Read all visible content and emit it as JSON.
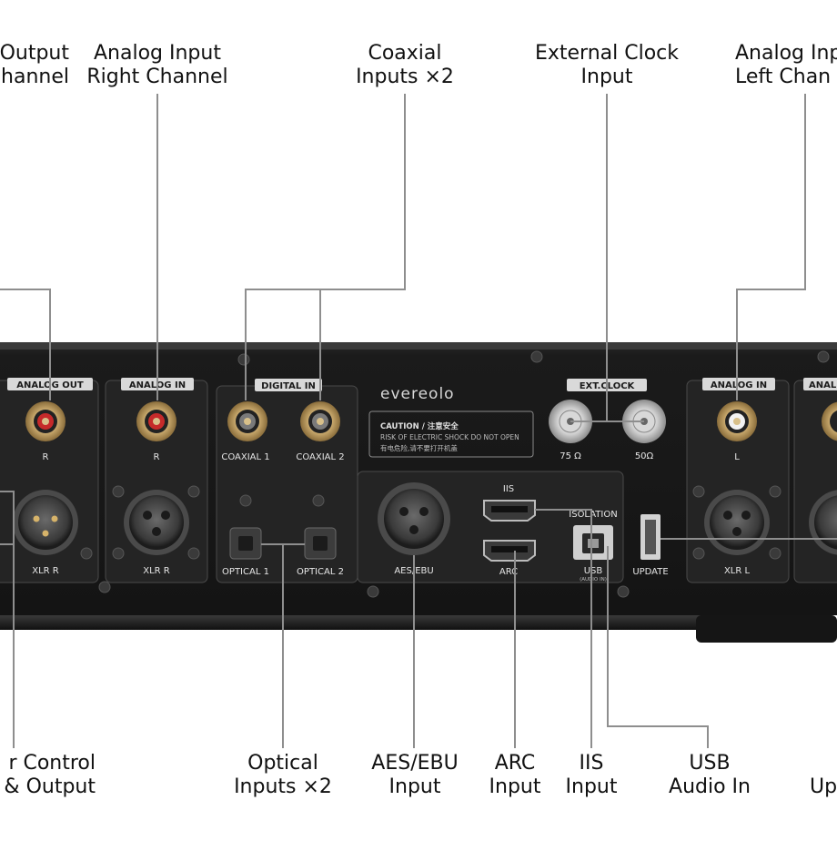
{
  "callouts": {
    "analog_out_r": [
      "Output",
      "hannel"
    ],
    "analog_in_r": [
      "Analog Input",
      "Right Channel"
    ],
    "coaxial": [
      "Coaxial",
      "Inputs ×2"
    ],
    "ext_clock": [
      "External Clock",
      "Input"
    ],
    "analog_in_l": [
      "Analog Inp",
      "Left Chan"
    ],
    "control": [
      "r Control",
      "& Output"
    ],
    "optical": [
      "Optical",
      "Inputs ×2"
    ],
    "aes": [
      "AES/EBU",
      "Input"
    ],
    "arc": [
      "ARC",
      "Input"
    ],
    "iis": [
      "IIS",
      "Input"
    ],
    "usb": [
      "USB",
      "Audio In"
    ],
    "update": [
      "Up",
      ""
    ]
  },
  "panel": {
    "brand": "evereolo",
    "analog_out": "ANALOG OUT",
    "analog_in": "ANALOG IN",
    "digital_in": "DIGITAL IN",
    "ext_clock": "EXT.CLOCK",
    "analog_partial": "ANAL",
    "r": "R",
    "l": "L",
    "xlr_r": "XLR R",
    "xlr_l": "XLR L",
    "coaxial1": "COAXIAL 1",
    "coaxial2": "COAXIAL 2",
    "optical1": "OPTICAL 1",
    "optical2": "OPTICAL 2",
    "aes_ebu": "AES/EBU",
    "iis": "IIS",
    "arc": "ARC",
    "isolation": "ISOLATION",
    "usb": "USB",
    "usb_sub": "(AUDIO IN)",
    "update": "UPDATE",
    "ohm75": "75 Ω",
    "ohm50": "50Ω",
    "caution_title": "CAUTION / 注意安全",
    "caution_line1": "RISK OF ELECTRIC SHOCK DO NOT OPEN",
    "caution_line2": "有电危险,请不要打开机盖"
  }
}
